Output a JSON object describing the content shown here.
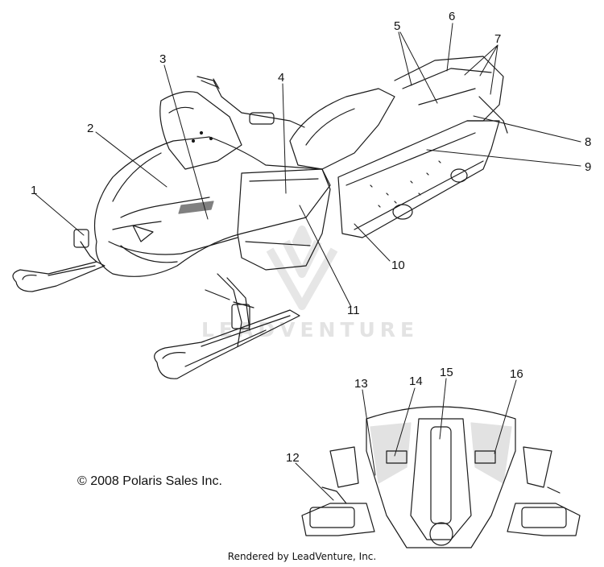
{
  "callouts": [
    "1",
    "2",
    "3",
    "4",
    "5",
    "6",
    "7",
    "8",
    "9",
    "10",
    "11",
    "12",
    "13",
    "14",
    "15",
    "16"
  ],
  "copyright": "© 2008 Polaris Sales Inc.",
  "footer": "Rendered by LeadVenture, Inc.",
  "watermark": "LEADVENTURE",
  "colors": {
    "line": "#1a1a1a",
    "watermark": "#e3e3e3"
  }
}
